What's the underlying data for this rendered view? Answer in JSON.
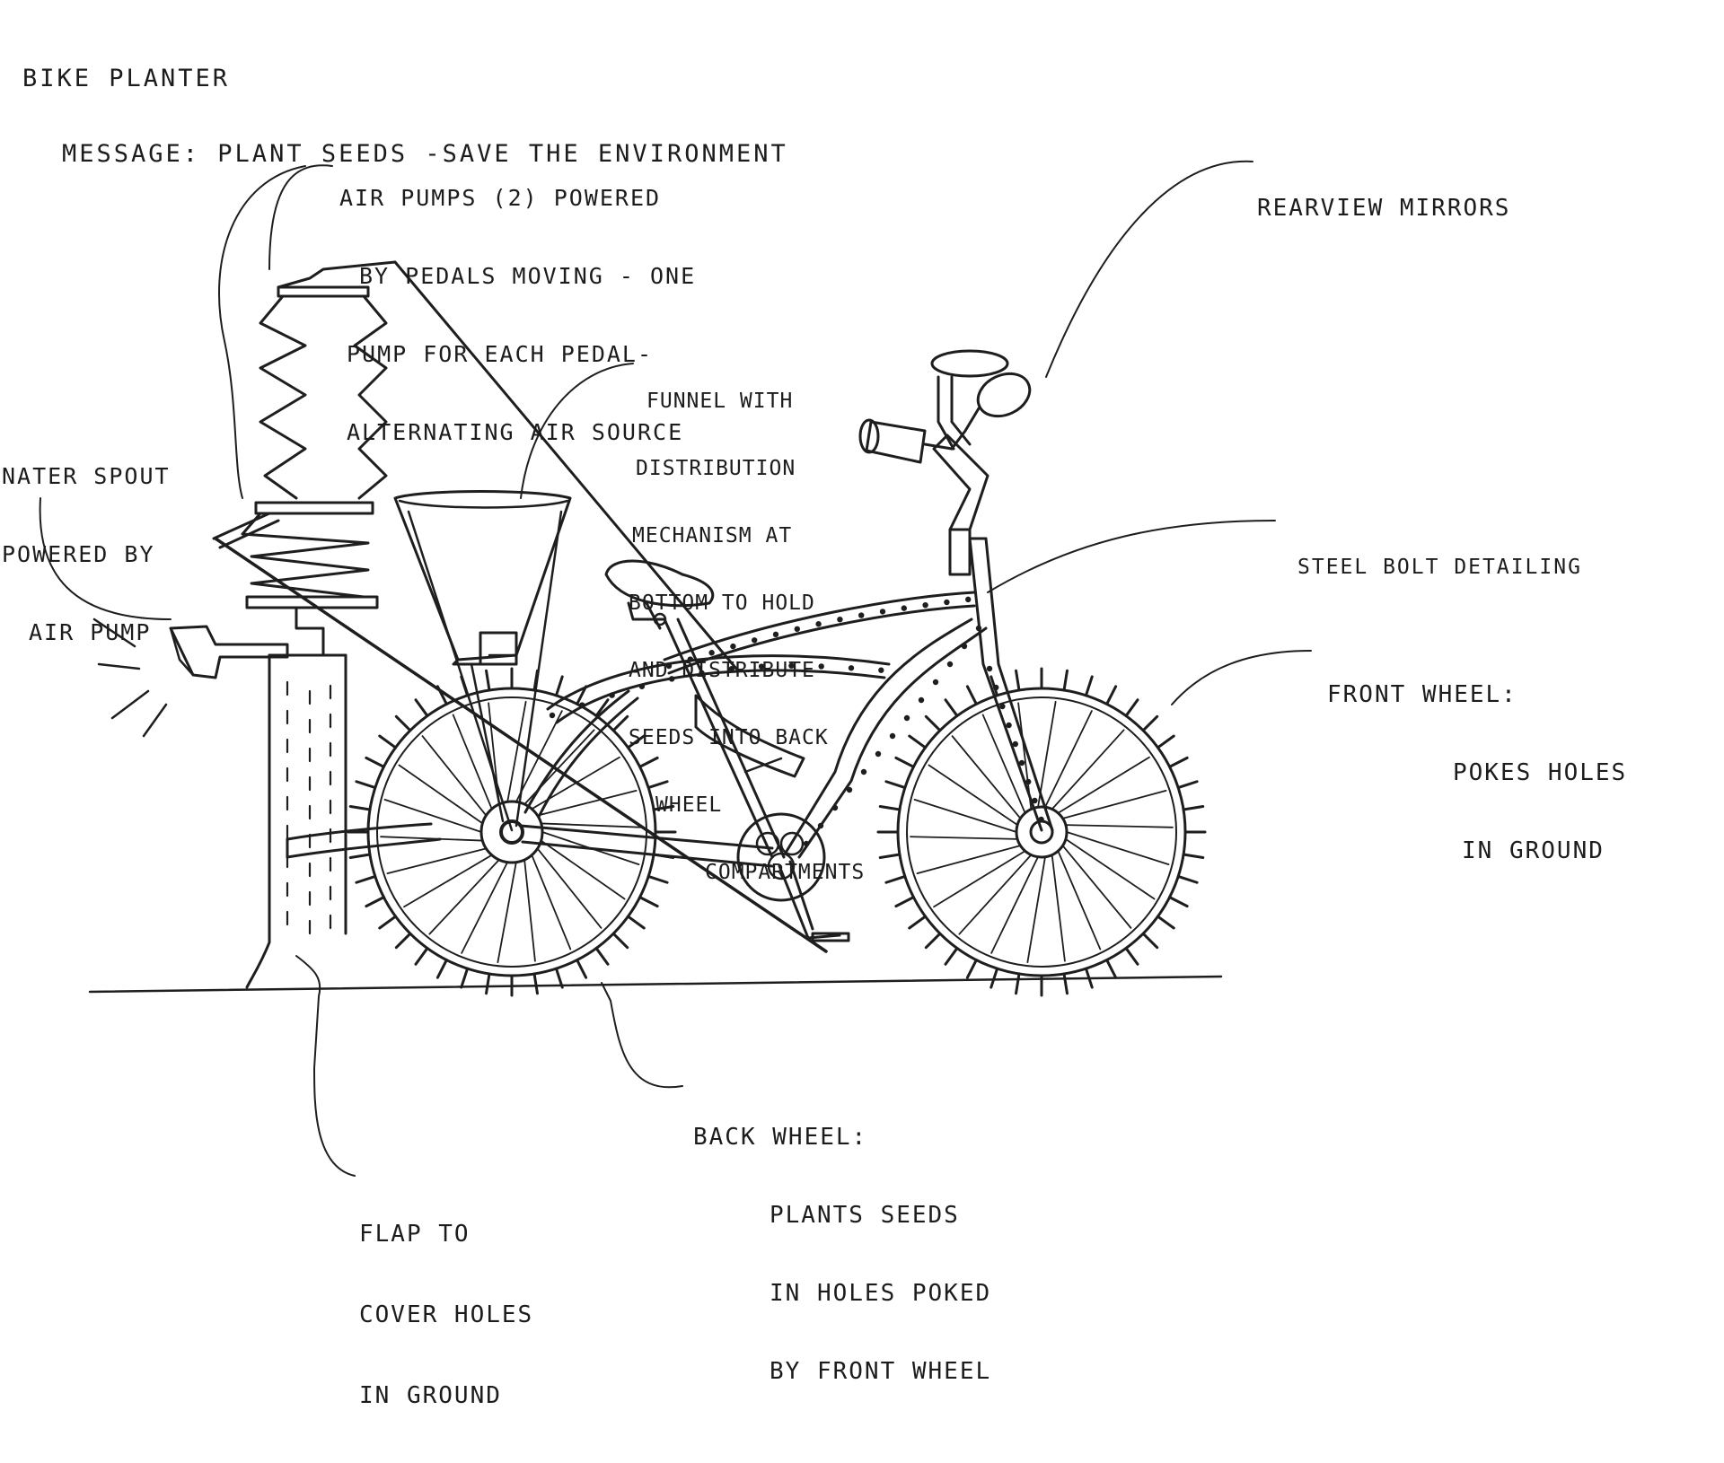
{
  "title": {
    "line1": "BIKE PLANTER",
    "line2": "MESSAGE: PLANT SEEDS -SAVE THE ENVIRONMENT"
  },
  "labels": {
    "air_pumps": [
      "AIR PUMPS (2) POWERED",
      "BY PEDALS MOVING - ONE",
      "PUMP FOR EACH PEDAL-",
      "ALTERNATING AIR SOURCE"
    ],
    "water_spout": [
      "NATER SPOUT",
      "POWERED BY",
      "AIR PUMP"
    ],
    "funnel": [
      "FUNNEL WITH",
      "DISTRIBUTION",
      "MECHANISM AT",
      "BOTTOM TO HOLD",
      "AND DISTRIBUTE",
      "SEEDS INTO BACK",
      "WHEEL",
      "COMPARTMENTS"
    ],
    "rearview": [
      "REARVIEW MIRRORS"
    ],
    "steel_bolt": [
      "STEEL BOLT DETAILING"
    ],
    "front_wheel": [
      "FRONT WHEEL:",
      "POKES HOLES",
      "IN GROUND"
    ],
    "back_wheel": [
      "BACK WHEEL:",
      "PLANTS SEEDS",
      "IN HOLES POKED",
      "BY FRONT WHEEL"
    ],
    "flap": [
      "FLAP TO",
      "COVER HOLES",
      "IN GROUND"
    ]
  },
  "colors": {
    "ink": "#1e1e1e",
    "paper": "#ffffff"
  }
}
